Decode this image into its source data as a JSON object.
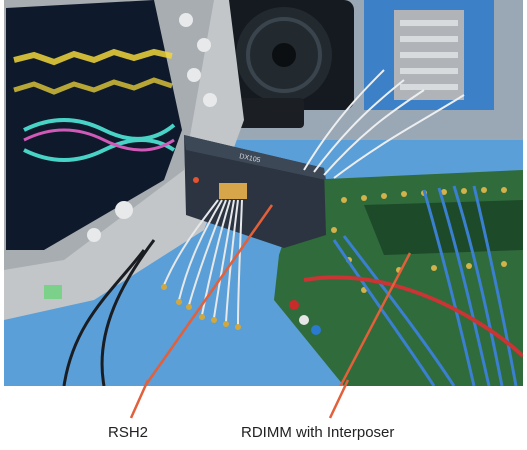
{
  "captions": {
    "rsh2": "RSH2",
    "rdimm": "RDIMM with Interposer"
  },
  "device_label": "DX105",
  "colors": {
    "background": "#ffffff",
    "bench_blue": "#4f9ad6",
    "pcb_green": "#2f6b3b",
    "probe_box": "#2b3440",
    "scope_body": "#bfc3c6",
    "arrow_orange": "#e2603a",
    "cable_blue": "#3b7fd1",
    "cable_white": "#e6e8ea"
  }
}
